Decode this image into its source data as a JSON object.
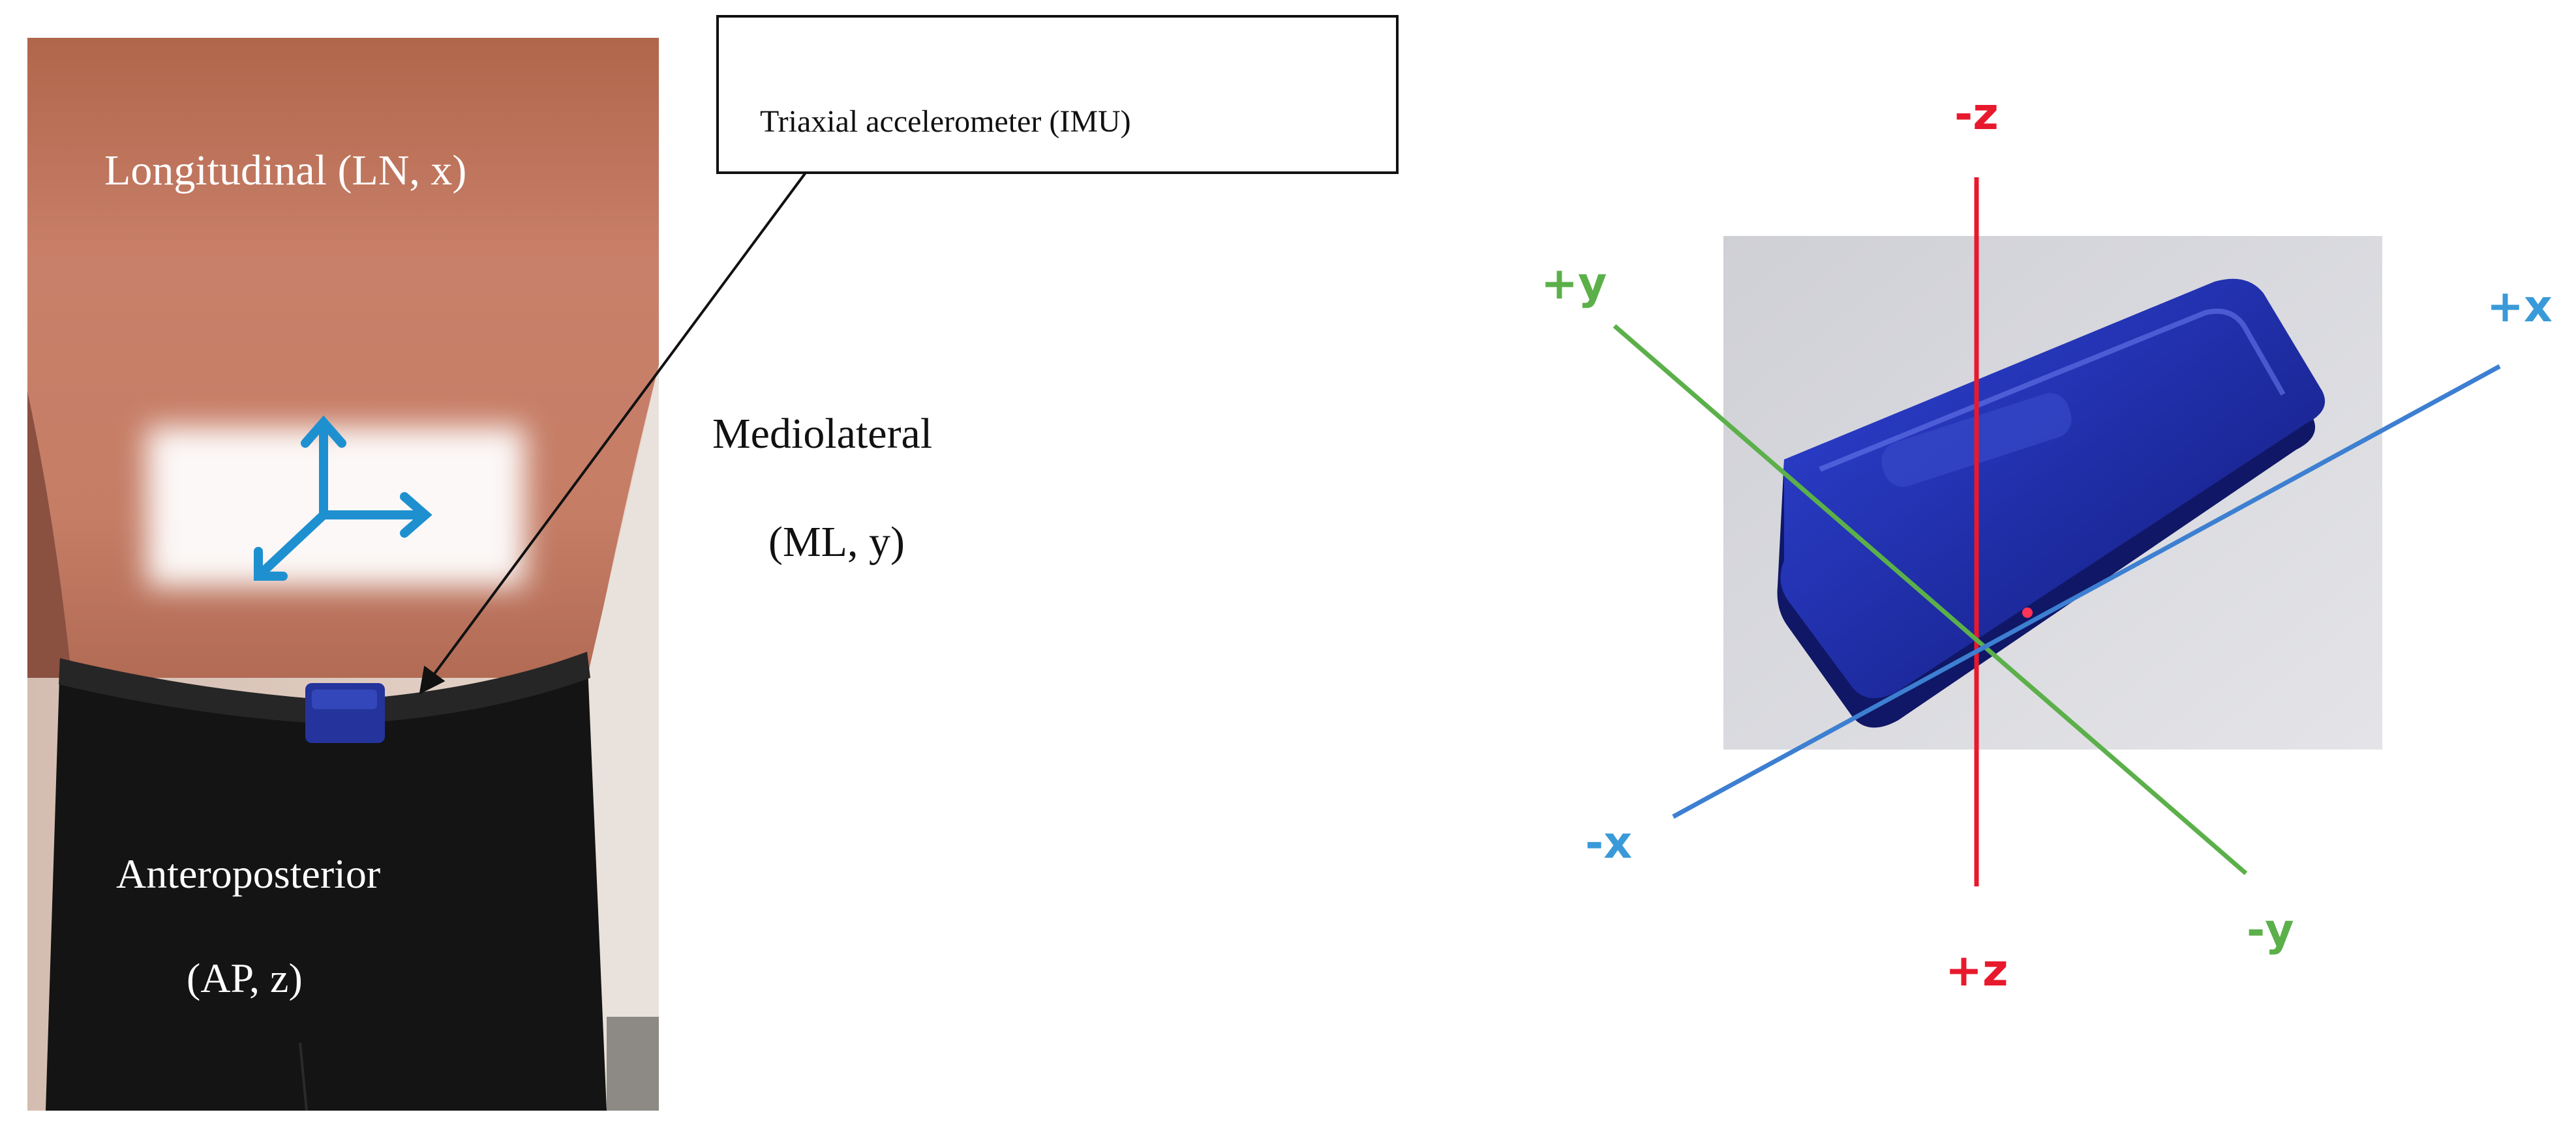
{
  "photo_labels": {
    "longitudinal": "Longitudinal (LN, x)",
    "anteroposterior": "Anteroposterior",
    "anteroposterior_abbr": "(AP, z)"
  },
  "callout": {
    "label": "Triaxial accelerometer (IMU)"
  },
  "side_labels": {
    "mediolateral": "Mediolateral",
    "mediolateral_abbr": "(ML, y)"
  },
  "axes": {
    "neg_z": "-z",
    "pos_z": "+z",
    "pos_y": "+y",
    "neg_y": "-y",
    "pos_x": "+x",
    "neg_x": "-x"
  },
  "colors": {
    "z_axis": "#e8192c",
    "y_axis": "#5bb04a",
    "x_axis": "#3d7fd1",
    "x_label": "#3a9ad9",
    "arrow_icon": "#1e90d0",
    "device": "#1f2fa8"
  }
}
